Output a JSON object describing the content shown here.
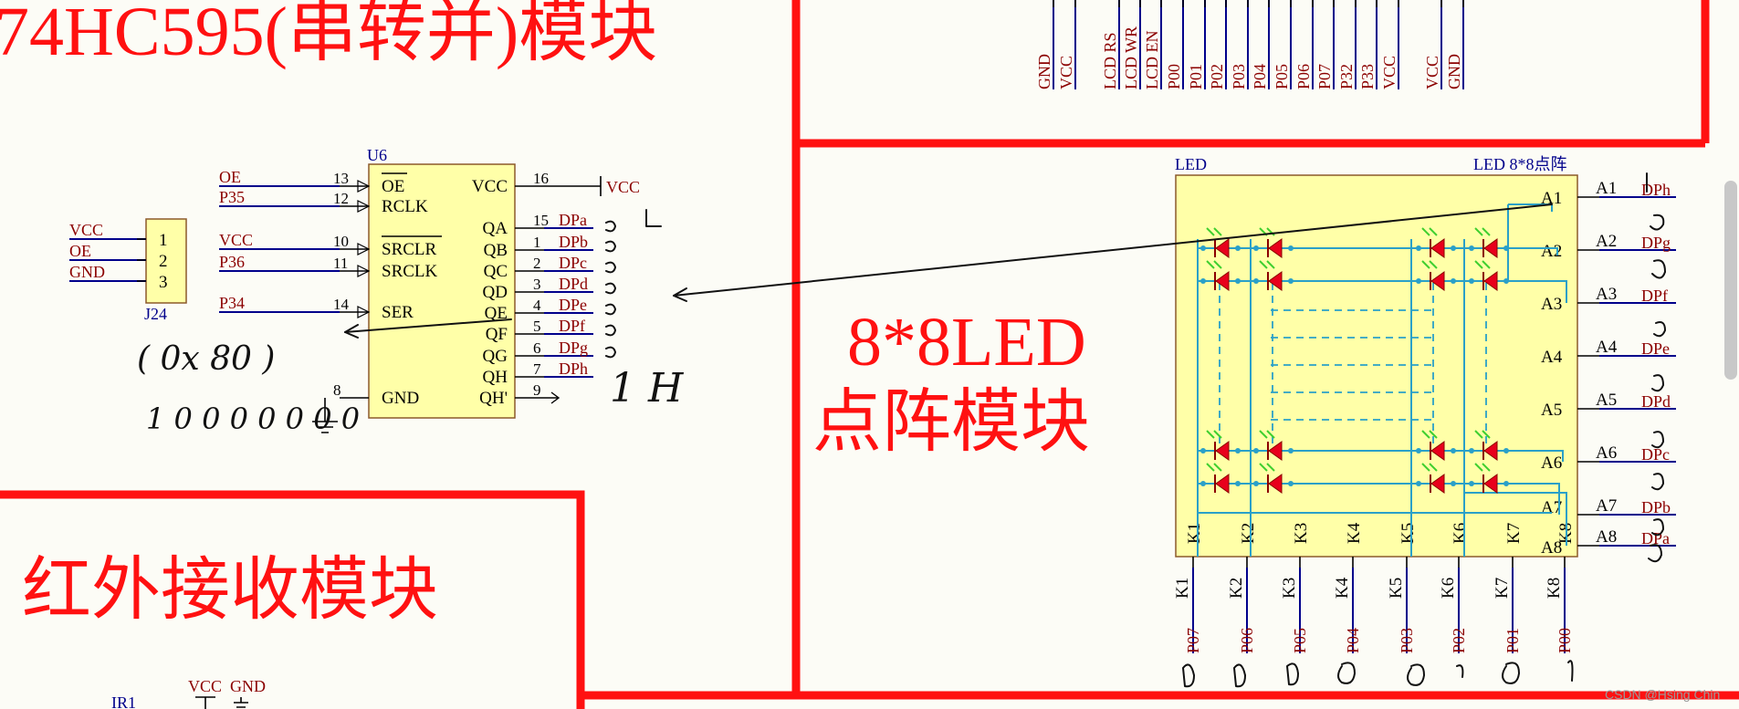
{
  "titles": {
    "shift_module": "74HC595(串转并)模块",
    "led_module_line1": "8*8LED",
    "led_module_line2": "点阵模块",
    "ir_module": "红外接收模块"
  },
  "top_header_pins": [
    "GND",
    "VCC",
    "",
    "LCD RS",
    "LCD WR",
    "LCD EN",
    "P00",
    "P01",
    "P02",
    "P03",
    "P04",
    "P05",
    "P06",
    "P07",
    "P32",
    "P33",
    "VCC",
    "",
    "VCC",
    "GND"
  ],
  "j24": {
    "designator": "J24",
    "nets": [
      "VCC",
      "OE",
      "GND"
    ],
    "pins": [
      "1",
      "2",
      "3"
    ]
  },
  "u6": {
    "designator": "U6",
    "left_pins": [
      {
        "name": "OE",
        "num": "13",
        "net": "OE"
      },
      {
        "name": "RCLK",
        "num": "12",
        "net": "P35"
      },
      {
        "name": "SRCLR",
        "num": "10",
        "net": "VCC"
      },
      {
        "name": "SRCLK",
        "num": "11",
        "net": "P36"
      },
      {
        "name": "SER",
        "num": "14",
        "net": "P34"
      },
      {
        "name": "GND",
        "num": "8",
        "net": ""
      }
    ],
    "right_pins": [
      {
        "name": "VCC",
        "num": "16",
        "net": "VCC"
      },
      {
        "name": "QA",
        "num": "15",
        "net": "DPa"
      },
      {
        "name": "QB",
        "num": "1",
        "net": "DPb"
      },
      {
        "name": "QC",
        "num": "2",
        "net": "DPc"
      },
      {
        "name": "QD",
        "num": "3",
        "net": "DPd"
      },
      {
        "name": "QE",
        "num": "4",
        "net": "DPe"
      },
      {
        "name": "QF",
        "num": "5",
        "net": "DPf"
      },
      {
        "name": "QG",
        "num": "6",
        "net": "DPg"
      },
      {
        "name": "QH",
        "num": "7",
        "net": "DPh"
      },
      {
        "name": "QH'",
        "num": "9",
        "net": ""
      }
    ]
  },
  "led_matrix": {
    "designator": "LED",
    "comment": "LED 8*8点阵",
    "rows": [
      "A1",
      "A2",
      "A3",
      "A4",
      "A5",
      "A6",
      "A7",
      "A8"
    ],
    "row_nets": [
      "DPh",
      "DPg",
      "DPf",
      "DPe",
      "DPd",
      "DPc",
      "DPb",
      "DPa"
    ],
    "cols": [
      "K1",
      "K2",
      "K3",
      "K4",
      "K5",
      "K6",
      "K7",
      "K8"
    ],
    "col_nets": [
      "P07",
      "P06",
      "P05",
      "P04",
      "P03",
      "P02",
      "P01",
      "P00"
    ]
  },
  "ir": {
    "designator": "IR1",
    "nets": [
      "VCC",
      "GND"
    ]
  },
  "handwriting": {
    "note1": "( 0x 80 )",
    "note2": "1 0 0 0  0 0 0 0",
    "note3": "1   H"
  },
  "watermark": "CSDN @Hsing Chin",
  "colors": {
    "border": "#ff1111",
    "wire": "#00008b",
    "net_text": "#8b0000",
    "chip_fill": "#ffffa8",
    "matrix_wire": "#2aa0c8",
    "led": "#e8001c"
  }
}
